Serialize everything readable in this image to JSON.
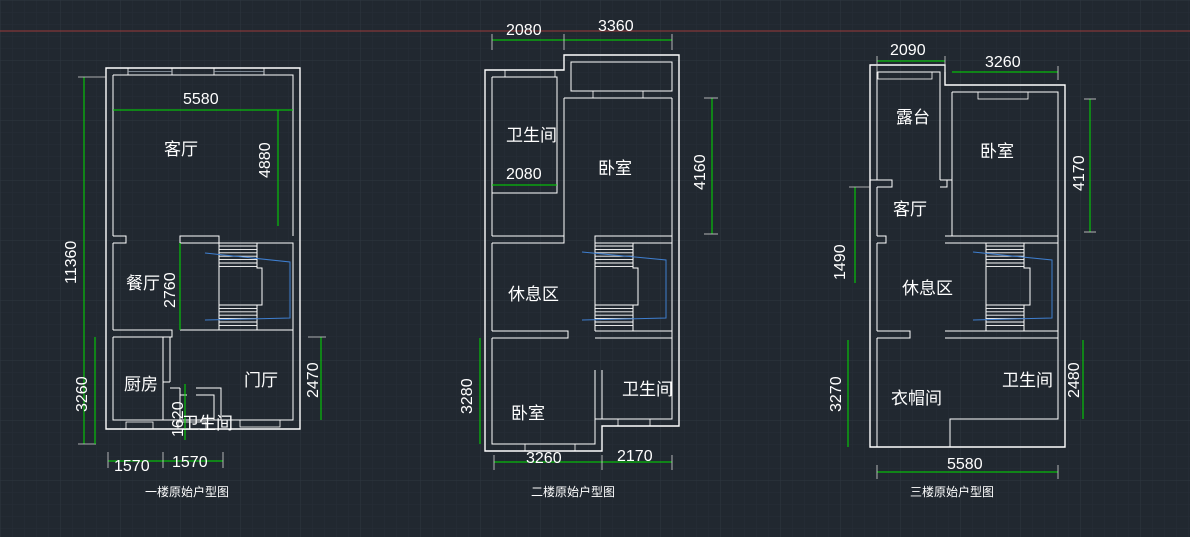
{
  "colors": {
    "background": "#212830",
    "grid": "#2b333c",
    "walls": "#ffffff",
    "dimension": "#00e000",
    "stair_arrow": "#3f7fd0",
    "ucs_line": "#9b3a3a"
  },
  "plans": [
    {
      "title": "一楼原始户型图",
      "rooms": {
        "living": "客厅",
        "dining": "餐厅",
        "kitchen": "厨房",
        "bath": "卫生间",
        "hall": "门厅"
      },
      "dims": {
        "top_width": "5580",
        "living_depth": "4880",
        "total_height": "11360",
        "dining_depth": "2760",
        "front_depth": "3260",
        "bath_depth": "1620",
        "hall_depth": "2470",
        "bottom_left": "1570",
        "bottom_mid": "1570"
      }
    },
    {
      "title": "二楼原始户型图",
      "rooms": {
        "bath_top": "卫生间",
        "bedroom_top": "卧室",
        "lounge": "休息区",
        "bedroom_bottom": "卧室",
        "bath_bottom": "卫生间"
      },
      "dims": {
        "top_left": "2080",
        "top_right": "3360",
        "inner": "2080",
        "right_depth": "4160",
        "left_depth": "3280",
        "bottom_left": "3260",
        "bottom_right": "2170"
      }
    },
    {
      "title": "三楼原始户型图",
      "rooms": {
        "terrace": "露台",
        "bedroom": "卧室",
        "living": "客厅",
        "lounge": "休息区",
        "closet": "衣帽间",
        "bath": "卫生间"
      },
      "dims": {
        "top_left": "2090",
        "top_right": "3260",
        "right_depth": "4170",
        "left_mid": "1490",
        "left_bottom": "3270",
        "right_bottom": "2480",
        "bottom_width": "5580"
      }
    }
  ]
}
